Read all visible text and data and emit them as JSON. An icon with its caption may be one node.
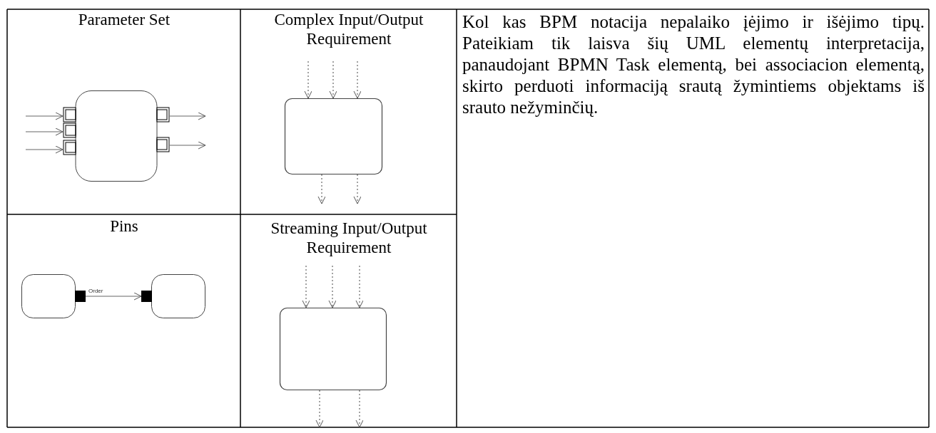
{
  "diagram": {
    "nodes": [
      {
        "text": [],
        "shape": "box"
      },
      {
        "text": [],
        "shape": "box"
      },
      {
        "text": [],
        "shape": "box"
      },
      {
        "text": [],
        "shape": "box"
      },
      {
        "text": [],
        "shape": "box"
      }
    ],
    "edges": [
      {
        "from": null,
        "to": 0,
        "arrow": "to"
      },
      {
        "from": null,
        "to": 0,
        "arrow": "to"
      },
      {
        "from": null,
        "to": 0,
        "arrow": "to"
      },
      {
        "from": 0,
        "to": null,
        "arrow": "to"
      },
      {
        "from": 0,
        "to": null,
        "arrow": "to"
      },
      {
        "from": 1,
        "to": 2,
        "arrow": "to",
        "label": "Order"
      },
      {
        "from": null,
        "to": 3,
        "arrow": "to",
        "style": "dashed"
      },
      {
        "from": null,
        "to": 3,
        "arrow": "to",
        "style": "dashed"
      },
      {
        "from": null,
        "to": 3,
        "arrow": "to",
        "style": "dashed"
      },
      {
        "from": 3,
        "to": null,
        "arrow": "to",
        "style": "dashed"
      },
      {
        "from": 3,
        "to": null,
        "arrow": "to",
        "style": "dashed"
      },
      {
        "from": null,
        "to": 4,
        "arrow": "to",
        "style": "dashed"
      },
      {
        "from": null,
        "to": 4,
        "arrow": "to",
        "style": "dashed"
      },
      {
        "from": null,
        "to": 4,
        "arrow": "to",
        "style": "dashed"
      },
      {
        "from": 4,
        "to": null,
        "arrow": "to",
        "style": "dashed"
      },
      {
        "from": 4,
        "to": null,
        "arrow": "to",
        "style": "dashed"
      }
    ],
    "labels": [
      "Parameter Set",
      "Complex Input/Output Requirement",
      "Kol kas BPM notacija nepalaiko įėjimo ir išėjimo tipų. Pateikiam tik laisva šių UML elementų interpretacija, panaudojant BPMN Task elementą, bei associacion elementą, skirto perduoti informaciją srautą žymintiems objektams iš srauto nežyminčių.",
      "Pins",
      "Streaming Input/Output Requirement"
    ]
  }
}
